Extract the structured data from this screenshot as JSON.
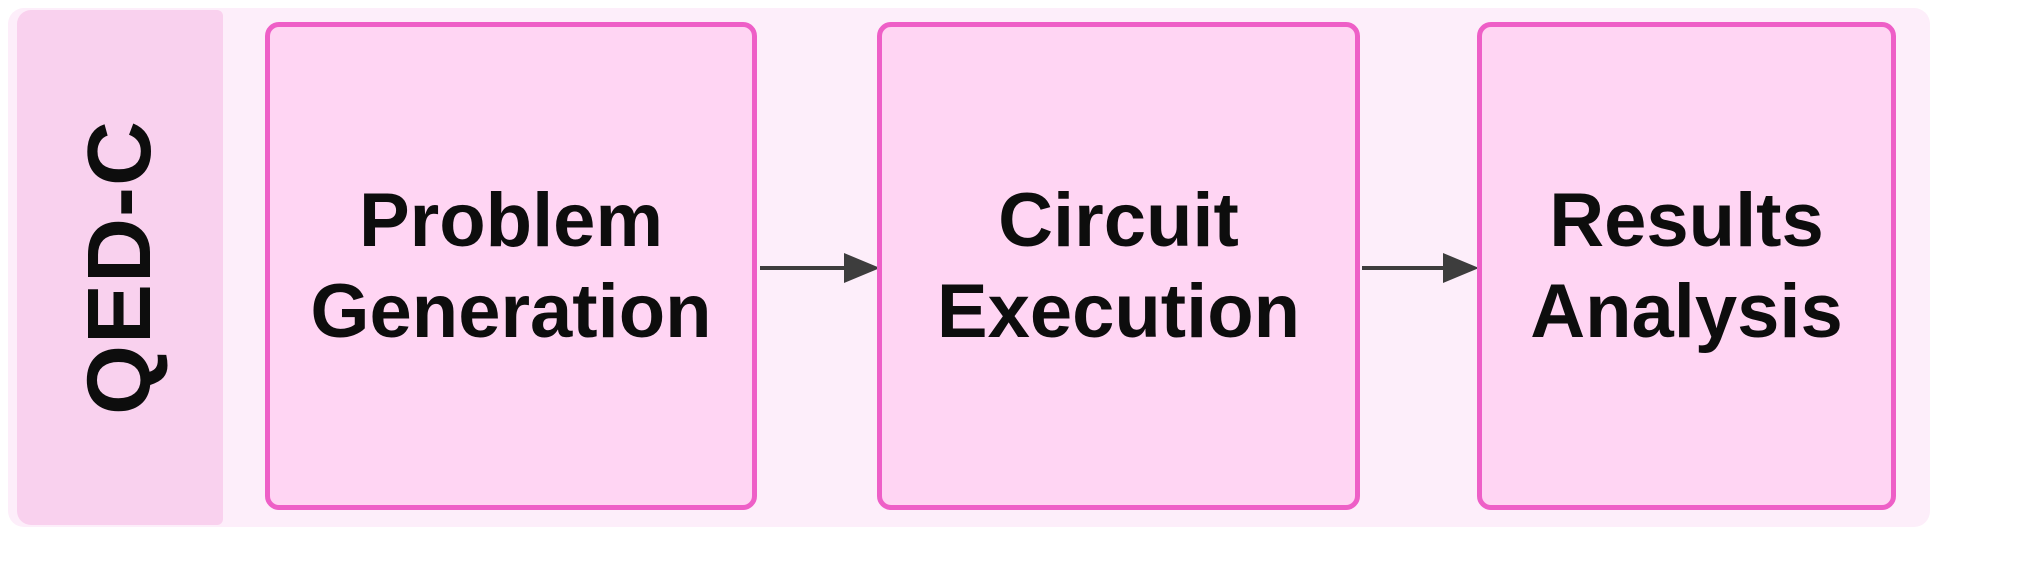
{
  "diagram": {
    "type": "flowchart",
    "direction": "left-to-right",
    "group_label": "QED-C",
    "nodes": [
      {
        "id": "problem-generation",
        "label": "Problem\nGeneration"
      },
      {
        "id": "circuit-execution",
        "label": "Circuit\nExecution"
      },
      {
        "id": "results-analysis",
        "label": "Results\nAnalysis"
      }
    ],
    "edges": [
      {
        "from": "problem-generation",
        "to": "circuit-execution"
      },
      {
        "from": "circuit-execution",
        "to": "results-analysis"
      }
    ],
    "colors": {
      "page_background": "#ffffff",
      "group_background": "#fdeefa",
      "group_label_background": "#f9d1ee",
      "node_fill": "#ffd5f3",
      "node_border": "#ee5fc7",
      "arrow": "#3d3d3d",
      "text": "#0d0d0d"
    }
  }
}
